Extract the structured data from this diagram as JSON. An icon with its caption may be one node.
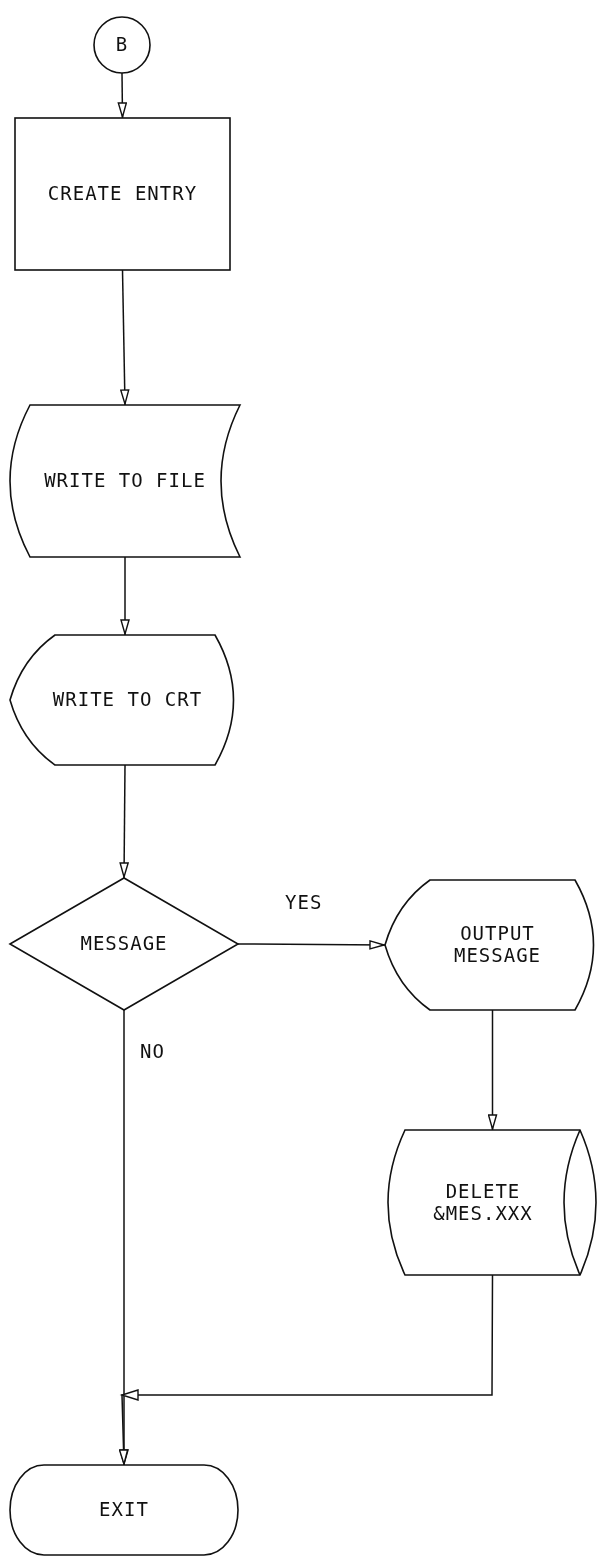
{
  "diagram": {
    "nodes": [
      {
        "text": [
          "B"
        ]
      },
      {
        "text": [
          "CREATE ENTRY"
        ]
      },
      {
        "text": [
          "WRITE TO FILE"
        ]
      },
      {
        "text": [
          "WRITE TO CRT"
        ]
      },
      {
        "text": [
          "MESSAGE"
        ]
      },
      {
        "text": [
          "OUTPUT MESSAGE"
        ]
      },
      {
        "text": [
          "DELETE &MES.XXX"
        ]
      },
      {
        "text": [
          "EXIT"
        ]
      }
    ],
    "edges": [
      {
        "from": 0,
        "to": 1,
        "arrow": "to"
      },
      {
        "from": 1,
        "to": 2,
        "arrow": "to"
      },
      {
        "from": 2,
        "to": 3,
        "arrow": "to"
      },
      {
        "from": 3,
        "to": 4,
        "arrow": "to"
      },
      {
        "from": 4,
        "to": 5,
        "arrow": "to",
        "label": "YES"
      },
      {
        "from": 4,
        "to": 7,
        "arrow": "to",
        "label": "NO"
      },
      {
        "from": 5,
        "to": 6,
        "arrow": "to"
      },
      {
        "from": 6,
        "to": 7,
        "arrow": "to"
      }
    ]
  }
}
